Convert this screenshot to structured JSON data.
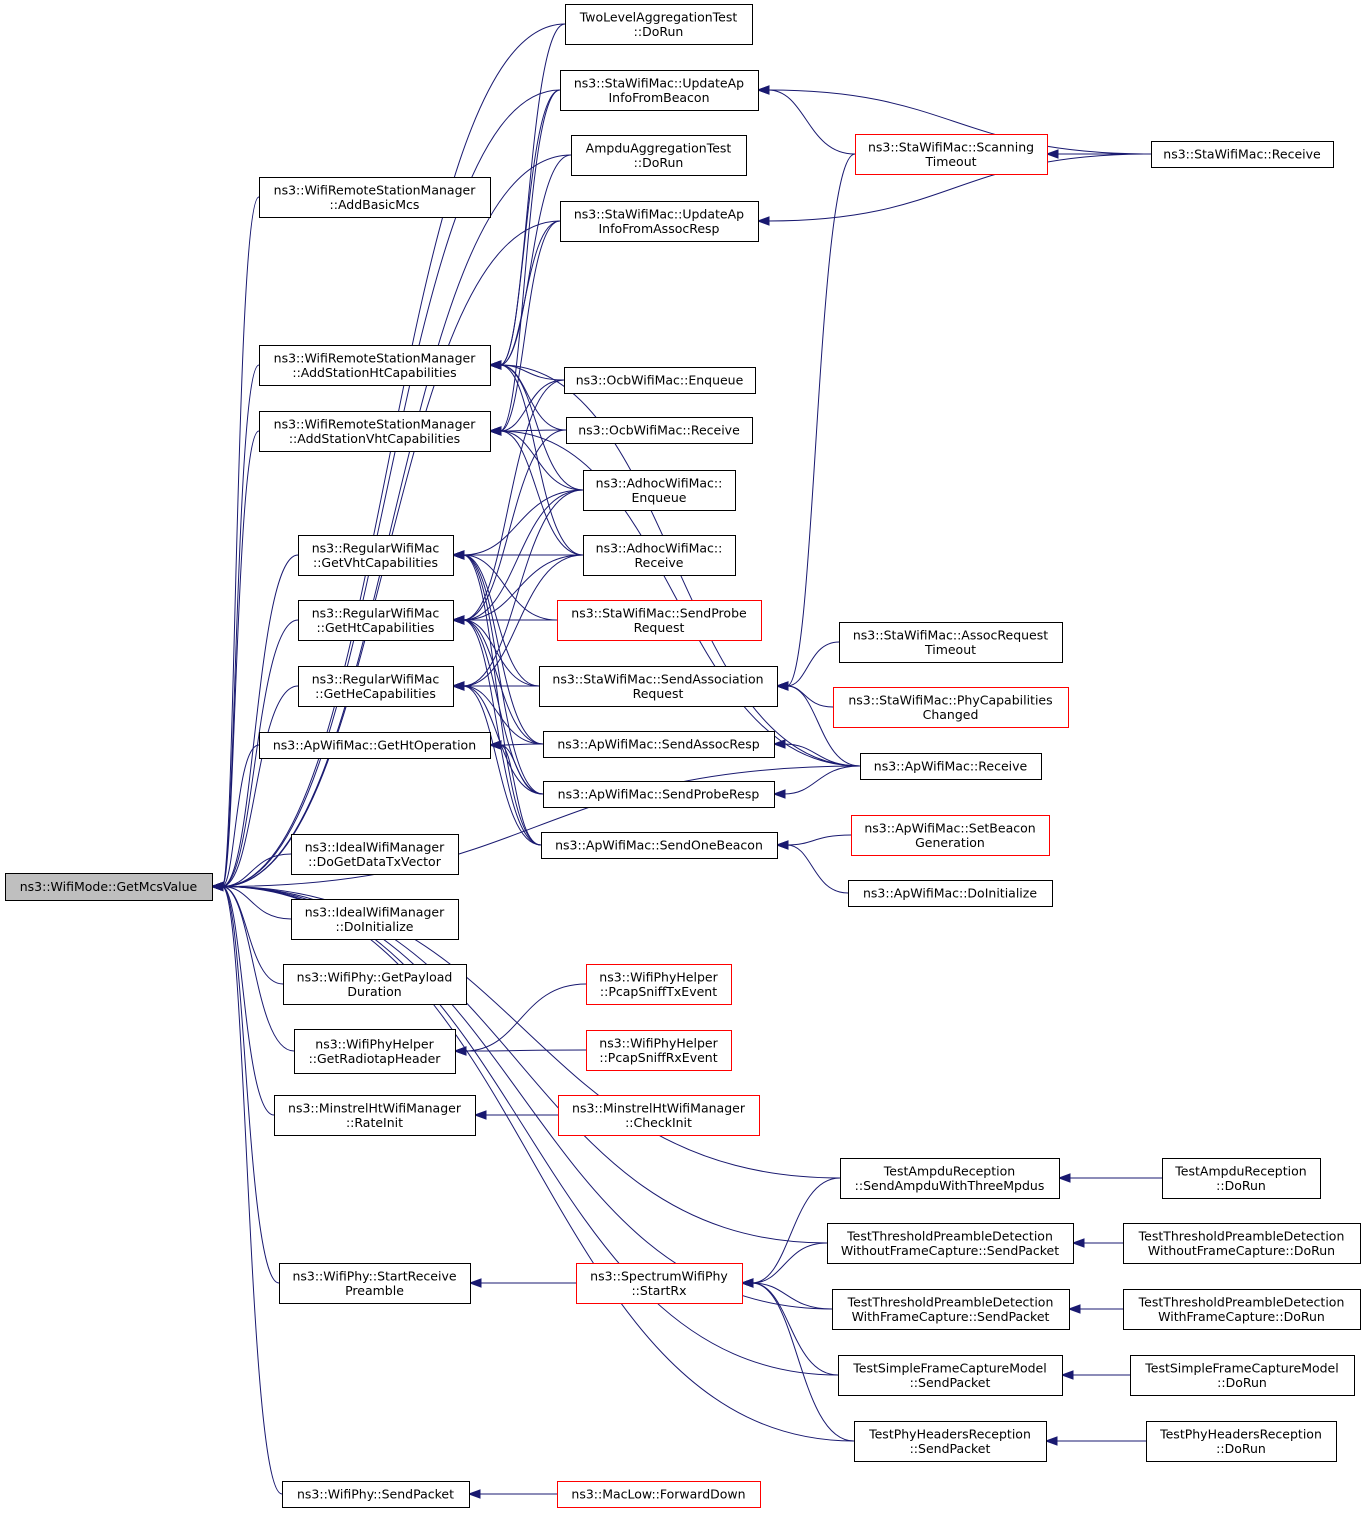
{
  "title": "",
  "colors": {
    "edge": "#191970",
    "node_border": "#000000",
    "node_border_truncated": "#ff0000",
    "root_fill": "#bfbfbf",
    "background": "#ffffff"
  },
  "nodes": {
    "root": {
      "lines": [
        "ns3::WifiMode::GetMcsValue"
      ],
      "style": "root"
    },
    "twoLevel": {
      "lines": [
        "TwoLevelAggregationTest",
        "::DoRun"
      ],
      "style": "normal"
    },
    "updApBeacon": {
      "lines": [
        "ns3::StaWifiMac::UpdateAp",
        "InfoFromBeacon"
      ],
      "style": "normal"
    },
    "ampdu": {
      "lines": [
        "AmpduAggregationTest",
        "::DoRun"
      ],
      "style": "normal"
    },
    "updApAssoc": {
      "lines": [
        "ns3::StaWifiMac::UpdateAp",
        "InfoFromAssocResp"
      ],
      "style": "normal"
    },
    "scanTimeout": {
      "lines": [
        "ns3::StaWifiMac::Scanning",
        "Timeout"
      ],
      "style": "red"
    },
    "staReceive": {
      "lines": [
        "ns3::StaWifiMac::Receive"
      ],
      "style": "normal"
    },
    "addBasic": {
      "lines": [
        "ns3::WifiRemoteStationManager",
        "::AddBasicMcs"
      ],
      "style": "normal"
    },
    "addHt": {
      "lines": [
        "ns3::WifiRemoteStationManager",
        "::AddStationHtCapabilities"
      ],
      "style": "normal"
    },
    "addVht": {
      "lines": [
        "ns3::WifiRemoteStationManager",
        "::AddStationVhtCapabilities"
      ],
      "style": "normal"
    },
    "ocbEnq": {
      "lines": [
        "ns3::OcbWifiMac::Enqueue"
      ],
      "style": "normal"
    },
    "ocbRecv": {
      "lines": [
        "ns3::OcbWifiMac::Receive"
      ],
      "style": "normal"
    },
    "adhocEnq": {
      "lines": [
        "ns3::AdhocWifiMac::",
        "Enqueue"
      ],
      "style": "normal"
    },
    "adhocRecv": {
      "lines": [
        "ns3::AdhocWifiMac::",
        "Receive"
      ],
      "style": "normal"
    },
    "getVht": {
      "lines": [
        "ns3::RegularWifiMac",
        "::GetVhtCapabilities"
      ],
      "style": "normal"
    },
    "getHt": {
      "lines": [
        "ns3::RegularWifiMac",
        "::GetHtCapabilities"
      ],
      "style": "normal"
    },
    "getHe": {
      "lines": [
        "ns3::RegularWifiMac",
        "::GetHeCapabilities"
      ],
      "style": "normal"
    },
    "sendProbeReq": {
      "lines": [
        "ns3::StaWifiMac::SendProbe",
        "Request"
      ],
      "style": "red"
    },
    "sendAssocReq": {
      "lines": [
        "ns3::StaWifiMac::SendAssociation",
        "Request"
      ],
      "style": "normal"
    },
    "assocReqTo": {
      "lines": [
        "ns3::StaWifiMac::AssocRequest",
        "Timeout"
      ],
      "style": "normal"
    },
    "phyCapChg": {
      "lines": [
        "ns3::StaWifiMac::PhyCapabilities",
        "Changed"
      ],
      "style": "red"
    },
    "getHtOp": {
      "lines": [
        "ns3::ApWifiMac::GetHtOperation"
      ],
      "style": "normal"
    },
    "sendAssocResp": {
      "lines": [
        "ns3::ApWifiMac::SendAssocResp"
      ],
      "style": "normal"
    },
    "sendProbeResp": {
      "lines": [
        "ns3::ApWifiMac::SendProbeResp"
      ],
      "style": "normal"
    },
    "apReceive": {
      "lines": [
        "ns3::ApWifiMac::Receive"
      ],
      "style": "normal"
    },
    "sendBeacon": {
      "lines": [
        "ns3::ApWifiMac::SendOneBeacon"
      ],
      "style": "normal"
    },
    "setBeacon": {
      "lines": [
        "ns3::ApWifiMac::SetBeacon",
        "Generation"
      ],
      "style": "red"
    },
    "apDoInit": {
      "lines": [
        "ns3::ApWifiMac::DoInitialize"
      ],
      "style": "normal"
    },
    "idealGetData": {
      "lines": [
        "ns3::IdealWifiManager",
        "::DoGetDataTxVector"
      ],
      "style": "normal"
    },
    "idealDoInit": {
      "lines": [
        "ns3::IdealWifiManager",
        "::DoInitialize"
      ],
      "style": "normal"
    },
    "payloadDur": {
      "lines": [
        "ns3::WifiPhy::GetPayload",
        "Duration"
      ],
      "style": "normal"
    },
    "radiotap": {
      "lines": [
        "ns3::WifiPhyHelper",
        "::GetRadiotapHeader"
      ],
      "style": "normal"
    },
    "pcapTx": {
      "lines": [
        "ns3::WifiPhyHelper",
        "::PcapSniffTxEvent"
      ],
      "style": "red"
    },
    "pcapRx": {
      "lines": [
        "ns3::WifiPhyHelper",
        "::PcapSniffRxEvent"
      ],
      "style": "red"
    },
    "rateInit": {
      "lines": [
        "ns3::MinstrelHtWifiManager",
        "::RateInit"
      ],
      "style": "normal"
    },
    "checkInit": {
      "lines": [
        "ns3::MinstrelHtWifiManager",
        "::CheckInit"
      ],
      "style": "red"
    },
    "sendAmpdu": {
      "lines": [
        "TestAmpduReception",
        "::SendAmpduWithThreeMpdus"
      ],
      "style": "normal"
    },
    "ampduDoRun": {
      "lines": [
        "TestAmpduReception",
        "::DoRun"
      ],
      "style": "normal"
    },
    "thrNoCapSend": {
      "lines": [
        "TestThresholdPreambleDetection",
        "WithoutFrameCapture::SendPacket"
      ],
      "style": "normal"
    },
    "thrNoCapRun": {
      "lines": [
        "TestThresholdPreambleDetection",
        "WithoutFrameCapture::DoRun"
      ],
      "style": "normal"
    },
    "startRecv": {
      "lines": [
        "ns3::WifiPhy::StartReceive",
        "Preamble"
      ],
      "style": "normal"
    },
    "specStartRx": {
      "lines": [
        "ns3::SpectrumWifiPhy",
        "::StartRx"
      ],
      "style": "red"
    },
    "thrCapSend": {
      "lines": [
        "TestThresholdPreambleDetection",
        "WithFrameCapture::SendPacket"
      ],
      "style": "normal"
    },
    "thrCapRun": {
      "lines": [
        "TestThresholdPreambleDetection",
        "WithFrameCapture::DoRun"
      ],
      "style": "normal"
    },
    "simpleSend": {
      "lines": [
        "TestSimpleFrameCaptureModel",
        "::SendPacket"
      ],
      "style": "normal"
    },
    "simpleRun": {
      "lines": [
        "TestSimpleFrameCaptureModel",
        "::DoRun"
      ],
      "style": "normal"
    },
    "hdrSend": {
      "lines": [
        "TestPhyHeadersReception",
        "::SendPacket"
      ],
      "style": "normal"
    },
    "hdrRun": {
      "lines": [
        "TestPhyHeadersReception",
        "::DoRun"
      ],
      "style": "normal"
    },
    "phySend": {
      "lines": [
        "ns3::WifiPhy::SendPacket"
      ],
      "style": "normal"
    },
    "fwdDown": {
      "lines": [
        "ns3::MacLow::ForwardDown"
      ],
      "style": "red"
    }
  },
  "edges": [
    [
      "root",
      "twoLevel"
    ],
    [
      "root",
      "updApBeacon"
    ],
    [
      "root",
      "ampdu"
    ],
    [
      "root",
      "updApAssoc"
    ],
    [
      "root",
      "addBasic"
    ],
    [
      "root",
      "addHt"
    ],
    [
      "root",
      "addVht"
    ],
    [
      "root",
      "getVht"
    ],
    [
      "root",
      "getHt"
    ],
    [
      "root",
      "getHe"
    ],
    [
      "root",
      "getHtOp"
    ],
    [
      "root",
      "apReceive"
    ],
    [
      "root",
      "idealGetData"
    ],
    [
      "root",
      "idealDoInit"
    ],
    [
      "root",
      "payloadDur"
    ],
    [
      "root",
      "radiotap"
    ],
    [
      "root",
      "rateInit"
    ],
    [
      "root",
      "sendAmpdu"
    ],
    [
      "root",
      "thrNoCapSend"
    ],
    [
      "root",
      "startRecv"
    ],
    [
      "root",
      "thrCapSend"
    ],
    [
      "root",
      "simpleSend"
    ],
    [
      "root",
      "hdrSend"
    ],
    [
      "root",
      "phySend"
    ],
    [
      "updApBeacon",
      "scanTimeout"
    ],
    [
      "updApBeacon",
      "staReceive"
    ],
    [
      "updApAssoc",
      "staReceive"
    ],
    [
      "scanTimeout",
      "staReceive"
    ],
    [
      "addHt",
      "twoLevel"
    ],
    [
      "addHt",
      "updApBeacon"
    ],
    [
      "addHt",
      "ampdu"
    ],
    [
      "addHt",
      "updApAssoc"
    ],
    [
      "addHt",
      "ocbEnq"
    ],
    [
      "addHt",
      "ocbRecv"
    ],
    [
      "addHt",
      "adhocEnq"
    ],
    [
      "addHt",
      "adhocRecv"
    ],
    [
      "addHt",
      "apReceive"
    ],
    [
      "addVht",
      "updApBeacon"
    ],
    [
      "addVht",
      "updApAssoc"
    ],
    [
      "addVht",
      "ocbEnq"
    ],
    [
      "addVht",
      "ocbRecv"
    ],
    [
      "addVht",
      "adhocEnq"
    ],
    [
      "addVht",
      "adhocRecv"
    ],
    [
      "addVht",
      "apReceive"
    ],
    [
      "getVht",
      "adhocEnq"
    ],
    [
      "getVht",
      "adhocRecv"
    ],
    [
      "getVht",
      "sendProbeReq"
    ],
    [
      "getVht",
      "sendAssocReq"
    ],
    [
      "getVht",
      "sendAssocResp"
    ],
    [
      "getVht",
      "sendProbeResp"
    ],
    [
      "getVht",
      "sendBeacon"
    ],
    [
      "getHt",
      "ocbEnq"
    ],
    [
      "getHt",
      "ocbRecv"
    ],
    [
      "getHt",
      "adhocEnq"
    ],
    [
      "getHt",
      "adhocRecv"
    ],
    [
      "getHt",
      "sendProbeReq"
    ],
    [
      "getHt",
      "sendAssocReq"
    ],
    [
      "getHt",
      "sendAssocResp"
    ],
    [
      "getHt",
      "sendProbeResp"
    ],
    [
      "getHt",
      "sendBeacon"
    ],
    [
      "getHe",
      "adhocEnq"
    ],
    [
      "getHe",
      "adhocRecv"
    ],
    [
      "getHe",
      "sendAssocReq"
    ],
    [
      "getHe",
      "sendAssocResp"
    ],
    [
      "getHe",
      "sendProbeResp"
    ],
    [
      "getHe",
      "sendBeacon"
    ],
    [
      "getHtOp",
      "sendAssocResp"
    ],
    [
      "getHtOp",
      "sendProbeResp"
    ],
    [
      "getHtOp",
      "sendBeacon"
    ],
    [
      "sendAssocReq",
      "scanTimeout"
    ],
    [
      "sendAssocReq",
      "assocReqTo"
    ],
    [
      "sendAssocReq",
      "phyCapChg"
    ],
    [
      "sendAssocReq",
      "apReceive"
    ],
    [
      "sendAssocResp",
      "apReceive"
    ],
    [
      "sendProbeResp",
      "apReceive"
    ],
    [
      "sendBeacon",
      "setBeacon"
    ],
    [
      "sendBeacon",
      "apDoInit"
    ],
    [
      "radiotap",
      "pcapTx"
    ],
    [
      "radiotap",
      "pcapRx"
    ],
    [
      "rateInit",
      "checkInit"
    ],
    [
      "sendAmpdu",
      "ampduDoRun"
    ],
    [
      "thrNoCapSend",
      "thrNoCapRun"
    ],
    [
      "thrCapSend",
      "thrCapRun"
    ],
    [
      "simpleSend",
      "simpleRun"
    ],
    [
      "hdrSend",
      "hdrRun"
    ],
    [
      "startRecv",
      "specStartRx"
    ],
    [
      "specStartRx",
      "sendAmpdu"
    ],
    [
      "specStartRx",
      "thrNoCapSend"
    ],
    [
      "specStartRx",
      "thrCapSend"
    ],
    [
      "specStartRx",
      "simpleSend"
    ],
    [
      "specStartRx",
      "hdrSend"
    ],
    [
      "phySend",
      "fwdDown"
    ]
  ]
}
